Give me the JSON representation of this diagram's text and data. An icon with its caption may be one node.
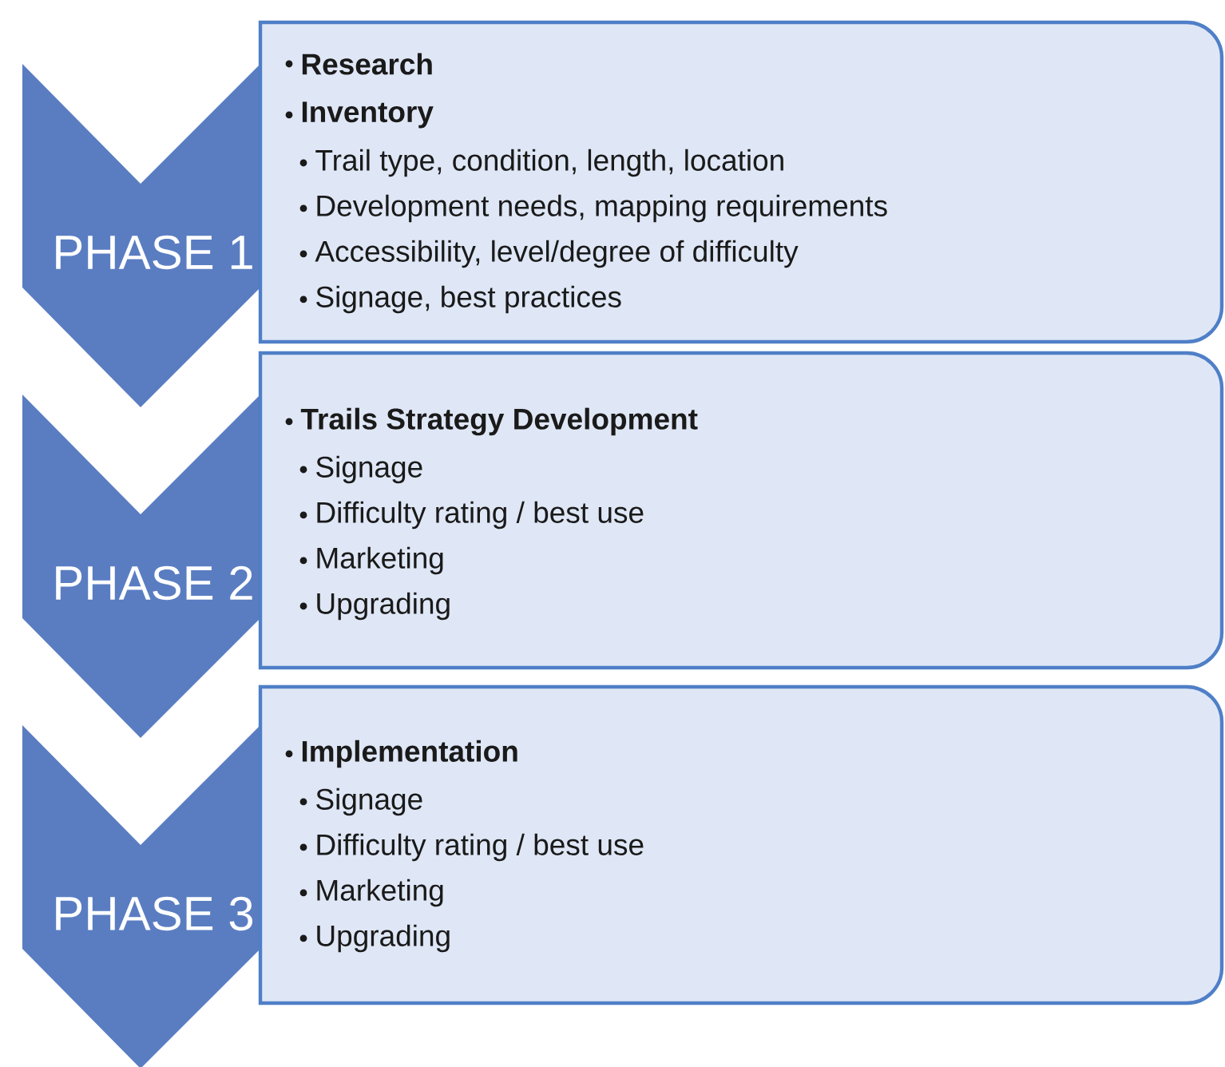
{
  "diagram": {
    "nodes": [
      {
        "text": [
          "PHASE 1"
        ]
      },
      {
        "text": [
          "Research",
          "Inventory",
          "Trail type, condition, length, location",
          "Development needs, mapping requirements",
          "Accessibility, level/degree of difficulty",
          "Signage, best practices"
        ]
      },
      {
        "text": [
          "PHASE 2"
        ]
      },
      {
        "text": [
          "Trails Strategy Development",
          "Signage",
          "Difficulty rating / best use",
          "Marketing",
          "Upgrading"
        ]
      },
      {
        "text": [
          "PHASE 3"
        ]
      },
      {
        "text": [
          "Implementation",
          "Signage",
          "Difficulty rating / best use",
          "Marketing",
          "Upgrading"
        ]
      }
    ]
  }
}
